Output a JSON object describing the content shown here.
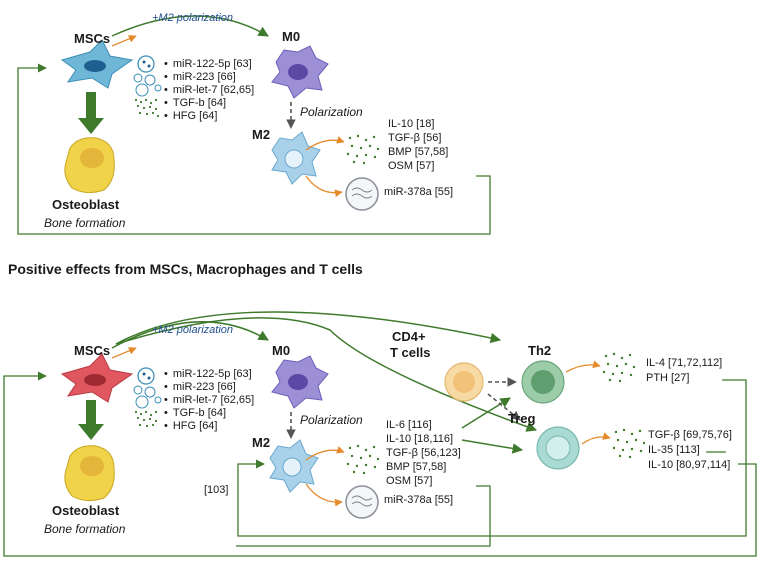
{
  "colors": {
    "arrow_green": "#3f7a2c",
    "arrow_orange": "#e58b2c",
    "msc_blue": "#6fb7d6",
    "msc_red": "#e0575f",
    "macrophage": "#9c8fd6",
    "m2": "#a9d2ea",
    "osteoblast": "#f1d34a",
    "th2": "#9ccca8",
    "treg": "#a9dad3",
    "cd4": "#f7d9a3"
  },
  "top": {
    "msc_label": "MSCs",
    "m2_polarization": "+M2 polarization",
    "m0_label": "M0",
    "polarization": "Polarization",
    "m2_label": "M2",
    "osteoblast_label": "Osteoblast",
    "bone_formation": "Bone formation",
    "msc_factors": [
      "miR-122-5p [63]",
      "miR-223 [66]",
      "miR-let-7 [62,65]",
      "TGF-b [64]",
      "HFG [64]"
    ],
    "m2_factors": [
      "IL-10 [18]",
      "TGF-β [56]",
      "BMP [57,58]",
      "OSM [57]"
    ],
    "mir378": "miR-378a [55]"
  },
  "section_title": "Positive effects from MSCs,  Macrophages and T cells",
  "bottom": {
    "msc_label": "MSCs",
    "m2_polarization": "+M2 polarization",
    "m0_label": "M0",
    "polarization": "Polarization",
    "m2_label": "M2",
    "ref_103": "[103]",
    "osteoblast_label": "Osteoblast",
    "bone_formation": "Bone formation",
    "msc_factors": [
      "miR-122-5p [63]",
      "miR-223 [66]",
      "miR-let-7 [62,65]",
      "TGF-b [64]",
      "HFG [64]"
    ],
    "m2_factors": [
      "IL-6 [116]",
      "IL-10 [18,116]",
      "TGF-β [56,123]",
      "BMP [57,58]",
      "OSM [57]"
    ],
    "mir378": "miR-378a [55]",
    "cd4_label_1": "CD4+",
    "cd4_label_2": "T cells",
    "th2_label": "Th2",
    "treg_label": "Treg",
    "th2_factors": [
      "IL-4 [71,72,112]",
      "PTH [27]"
    ],
    "treg_factors": [
      "TGF-β [69,75,76]",
      "IL-35 [113]",
      "IL-10 [80,97,114]"
    ]
  }
}
